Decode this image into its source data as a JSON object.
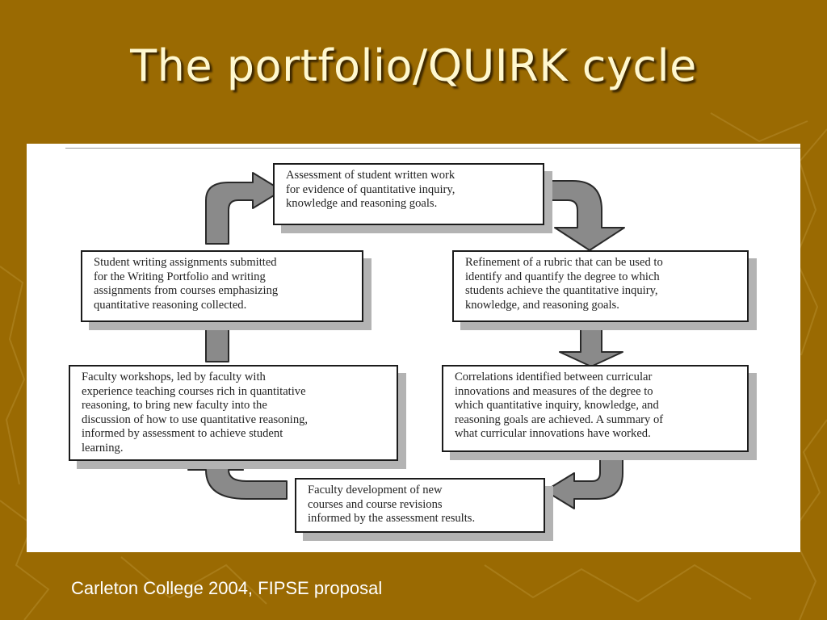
{
  "slide": {
    "title": "The portfolio/QUIRK cycle",
    "caption": "Carleton College 2004, FIPSE proposal"
  },
  "colors": {
    "background": "#9a6a02",
    "title_text": "#fff8cf",
    "arrow_fill": "#8a8a8a",
    "box_border": "#1b1b1b"
  },
  "cycle": {
    "steps": [
      {
        "id": "assessment",
        "lines": [
          "Assessment of student written work",
          "for evidence of quantitative inquiry,",
          "knowledge and reasoning goals."
        ]
      },
      {
        "id": "rubric",
        "lines": [
          "Refinement of a rubric that can be used to",
          "identify and quantify the degree to which",
          "students achieve the quantitative inquiry,",
          "knowledge, and reasoning goals."
        ]
      },
      {
        "id": "correlations",
        "lines": [
          "Correlations identified between curricular",
          "innovations and measures of the degree to",
          "which quantitative inquiry, knowledge, and",
          "reasoning goals are achieved. A summary of",
          "what curricular innovations have worked."
        ]
      },
      {
        "id": "faculty-development",
        "lines": [
          "Faculty development of new",
          "courses and course revisions",
          "informed by the assessment results."
        ]
      },
      {
        "id": "faculty-workshops",
        "lines": [
          "Faculty workshops, led by faculty with",
          "experience teaching courses rich in quantitative",
          "reasoning, to bring new faculty into the",
          "discussion of how to use quantitative reasoning,",
          "informed by assessment to achieve student",
          "learning."
        ]
      },
      {
        "id": "writing-assignments",
        "lines": [
          "Student writing assignments submitted",
          "for the Writing Portfolio and writing",
          "assignments from courses emphasizing",
          "quantitative reasoning collected."
        ]
      }
    ]
  }
}
